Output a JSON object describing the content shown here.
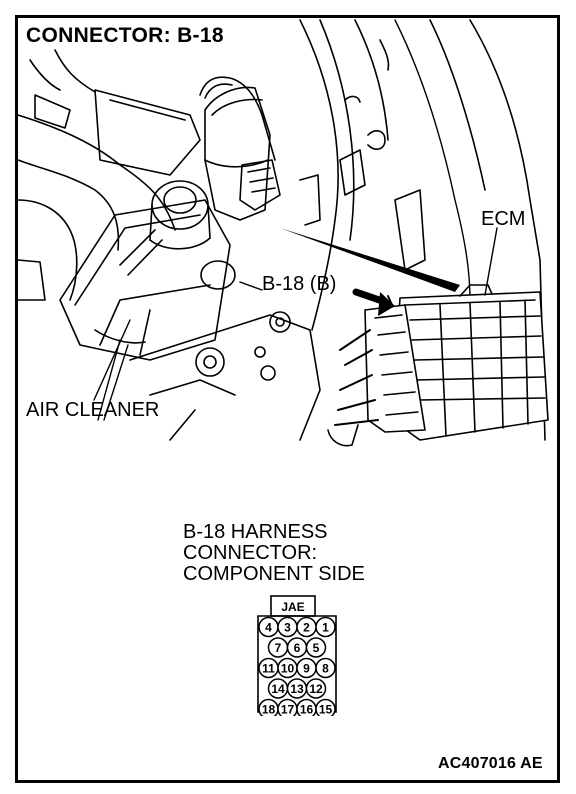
{
  "header": {
    "title": "CONNECTOR: B-18"
  },
  "callouts": {
    "ecm": "ECM",
    "connector_ref": "B-18 (B)",
    "air_cleaner": "AIR CLEANER"
  },
  "harness": {
    "line1": "B-18 HARNESS",
    "line2": "CONNECTOR:",
    "line3": "COMPONENT SIDE",
    "maker_tag": "JAE",
    "pin_rows": [
      [
        "4",
        "3",
        "2",
        "1"
      ],
      [
        "7",
        "6",
        "5"
      ],
      [
        "11",
        "10",
        "9",
        "8"
      ],
      [
        "14",
        "13",
        "12"
      ],
      [
        "18",
        "17",
        "16",
        "15"
      ]
    ]
  },
  "footer": {
    "code": "AC407016 AE"
  }
}
